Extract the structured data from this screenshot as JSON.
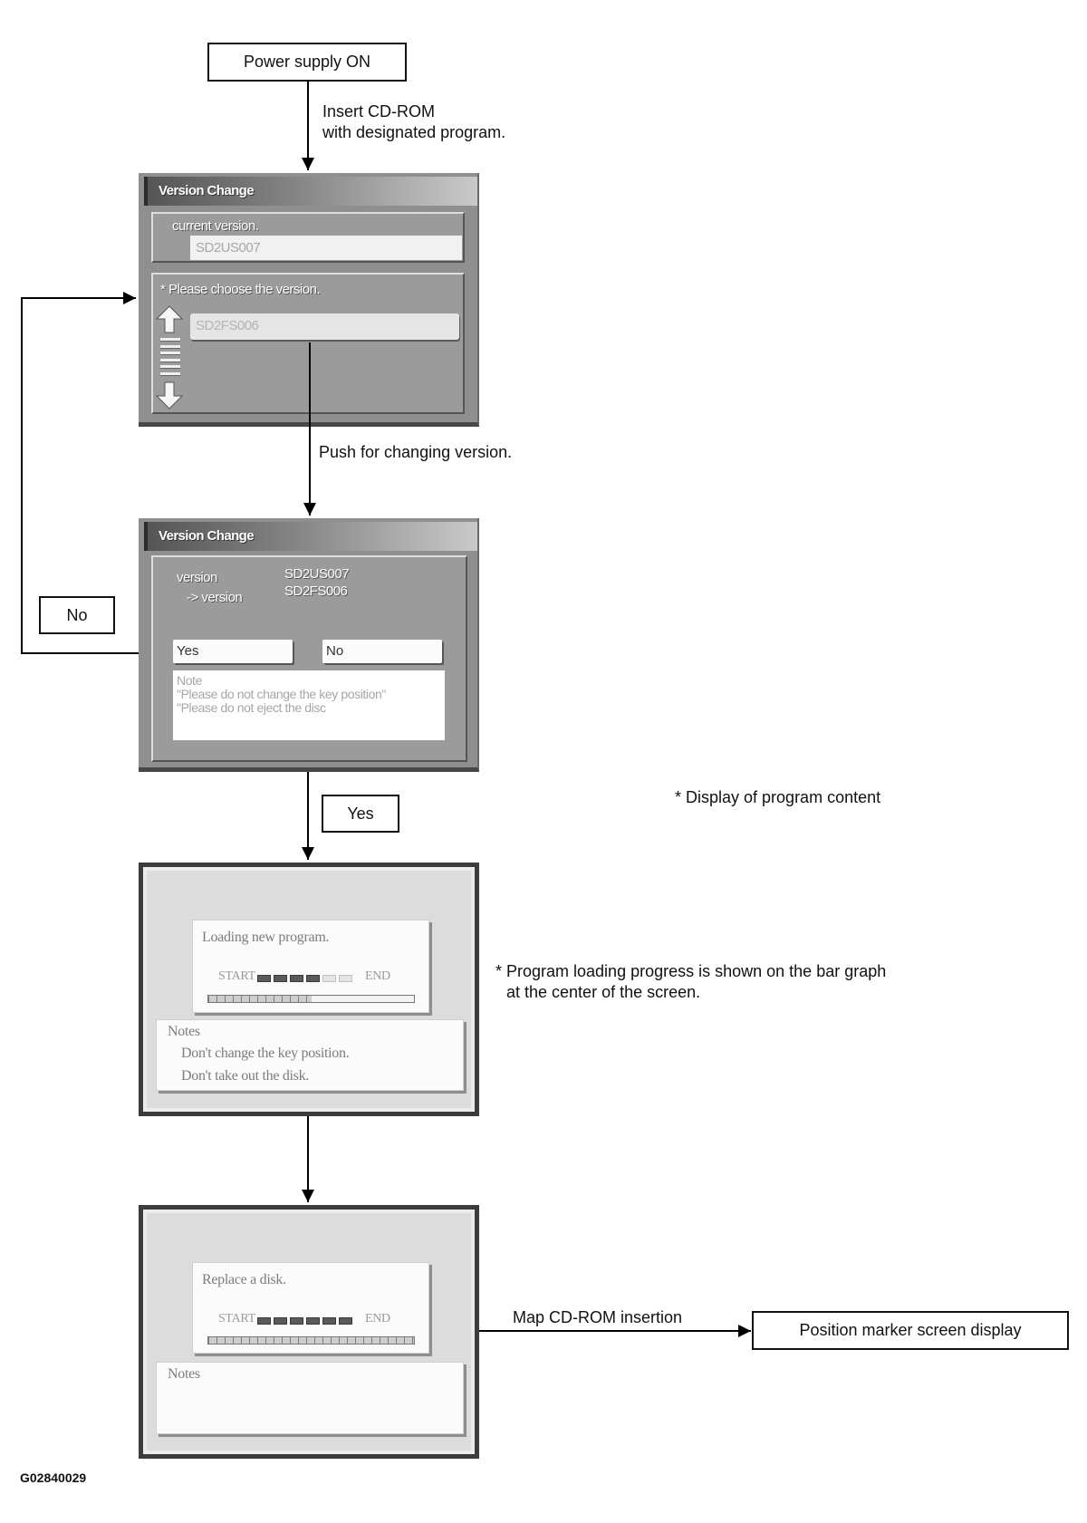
{
  "start_box": {
    "label": "Power supply ON"
  },
  "step_insert": {
    "line1": "Insert CD-ROM",
    "line2": "with designated program."
  },
  "screen_select": {
    "title": "Version Change",
    "current_label": "current version.",
    "current_value": "SD2US007",
    "choose_label": "* Please choose the version.",
    "choose_value": "SD2FS006",
    "scroll_up_icon": "up-arrow-icon",
    "scroll_down_icon": "down-arrow-icon"
  },
  "step_push": {
    "label": "Push for changing version."
  },
  "screen_confirm": {
    "title": "Version Change",
    "from_label": "version",
    "to_label": "-> version",
    "from_value": "SD2US007",
    "to_value": "SD2FS006",
    "yes_button": "Yes",
    "no_button": "No",
    "note_title": "Note",
    "note_lines": [
      "\"Please do not change the key position\"",
      "\"Please do not eject the disc"
    ]
  },
  "branch_no": {
    "label": "No"
  },
  "branch_yes": {
    "label": "Yes"
  },
  "annotation_display": {
    "label": "* Display of program content"
  },
  "screen_loading": {
    "message": "Loading new program.",
    "start_label": "START",
    "end_label": "END",
    "blocks_total": 6,
    "blocks_filled": 4,
    "progress": 0.5,
    "notes_title": "Notes",
    "notes_lines": [
      "Don't change the key position.",
      "Don't take out the disk."
    ]
  },
  "annotation_progress": {
    "line1": "* Program loading progress is shown on the bar graph",
    "line2": "at the center of the screen."
  },
  "screen_replace": {
    "message": "Replace a disk.",
    "start_label": "START",
    "end_label": "END",
    "blocks_total": 6,
    "blocks_filled": 6,
    "progress": 1,
    "notes_title": "Notes"
  },
  "step_map": {
    "label": "Map CD-ROM insertion"
  },
  "end_box": {
    "label": "Position marker screen display"
  },
  "figure_id": "G02840029",
  "colors": {
    "line": "#000000",
    "screen_gray": "#8f8f8f",
    "frame_dark": "#3c3c3c"
  }
}
